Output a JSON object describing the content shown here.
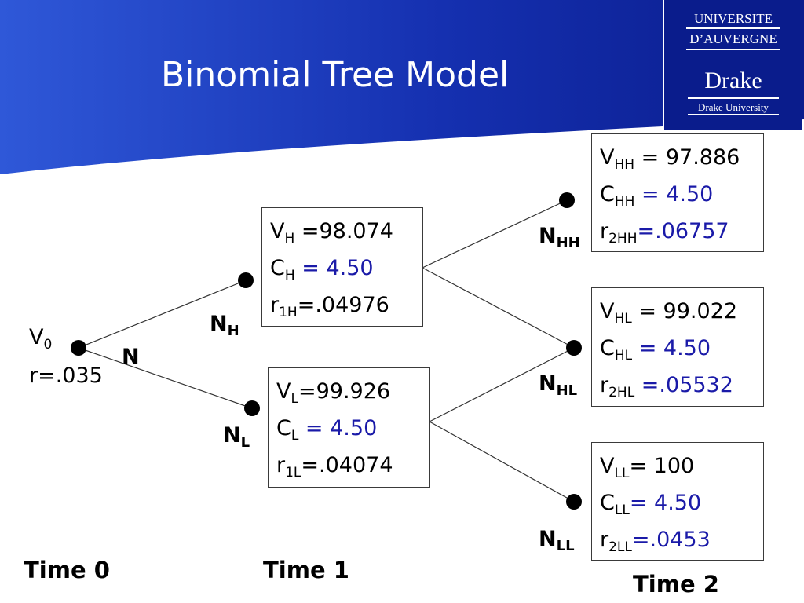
{
  "slide": {
    "title": "Binomial Tree Model",
    "colors": {
      "banner_dark": "#0a1c8c",
      "banner_light": "#2f58d8",
      "value_blue": "#1a1aa8"
    }
  },
  "logo": {
    "line1": "UNIVERSITE",
    "line2": "D’AUVERGNE",
    "brand": "Drake",
    "subtitle": "Drake University"
  },
  "root": {
    "v_label": "V",
    "v_sub": "0",
    "rate": "r=.035",
    "node": "N"
  },
  "nodes": {
    "H": {
      "label": "N",
      "label_sub": "H",
      "v_sym": "V",
      "v_sub": "H",
      "v_val": " =98.074",
      "c_sym": "C",
      "c_sub": "H",
      "c_val": " = 4.50",
      "r_sym": "r",
      "r_sub": "1H",
      "r_val": "=.04976"
    },
    "L": {
      "label": "N",
      "label_sub": "L",
      "v_sym": "V",
      "v_sub": "L",
      "v_val": "=99.926",
      "c_sym": "C",
      "c_sub": "L",
      "c_val": " = 4.50",
      "r_sym": "r",
      "r_sub": "1L",
      "r_val": "=.04074"
    },
    "HH": {
      "label": "N",
      "label_sub": "HH",
      "v_sym": "V",
      "v_sub": "HH",
      "v_val": " = 97.886",
      "c_sym": "C",
      "c_sub": "HH",
      "c_val": " = 4.50",
      "r_sym": "r",
      "r_sub": "2HH",
      "r_val": "=.06757"
    },
    "HL": {
      "label": "N",
      "label_sub": "HL",
      "v_sym": "V",
      "v_sub": "HL",
      "v_val": " = 99.022",
      "c_sym": "C",
      "c_sub": "HL",
      "c_val": " = 4.50",
      "r_sym": "r",
      "r_sub": "2HL",
      "r_val": " =.05532"
    },
    "LL": {
      "label": "N",
      "label_sub": "LL",
      "v_sym": "V",
      "v_sub": "LL",
      "v_val": "= 100",
      "c_sym": "C",
      "c_sub": "LL",
      "c_val": "= 4.50",
      "r_sym": "r",
      "r_sub": "2LL",
      "r_val": "=.0453"
    }
  },
  "times": {
    "t0": "Time 0",
    "t1": "Time 1",
    "t2": "Time 2"
  }
}
